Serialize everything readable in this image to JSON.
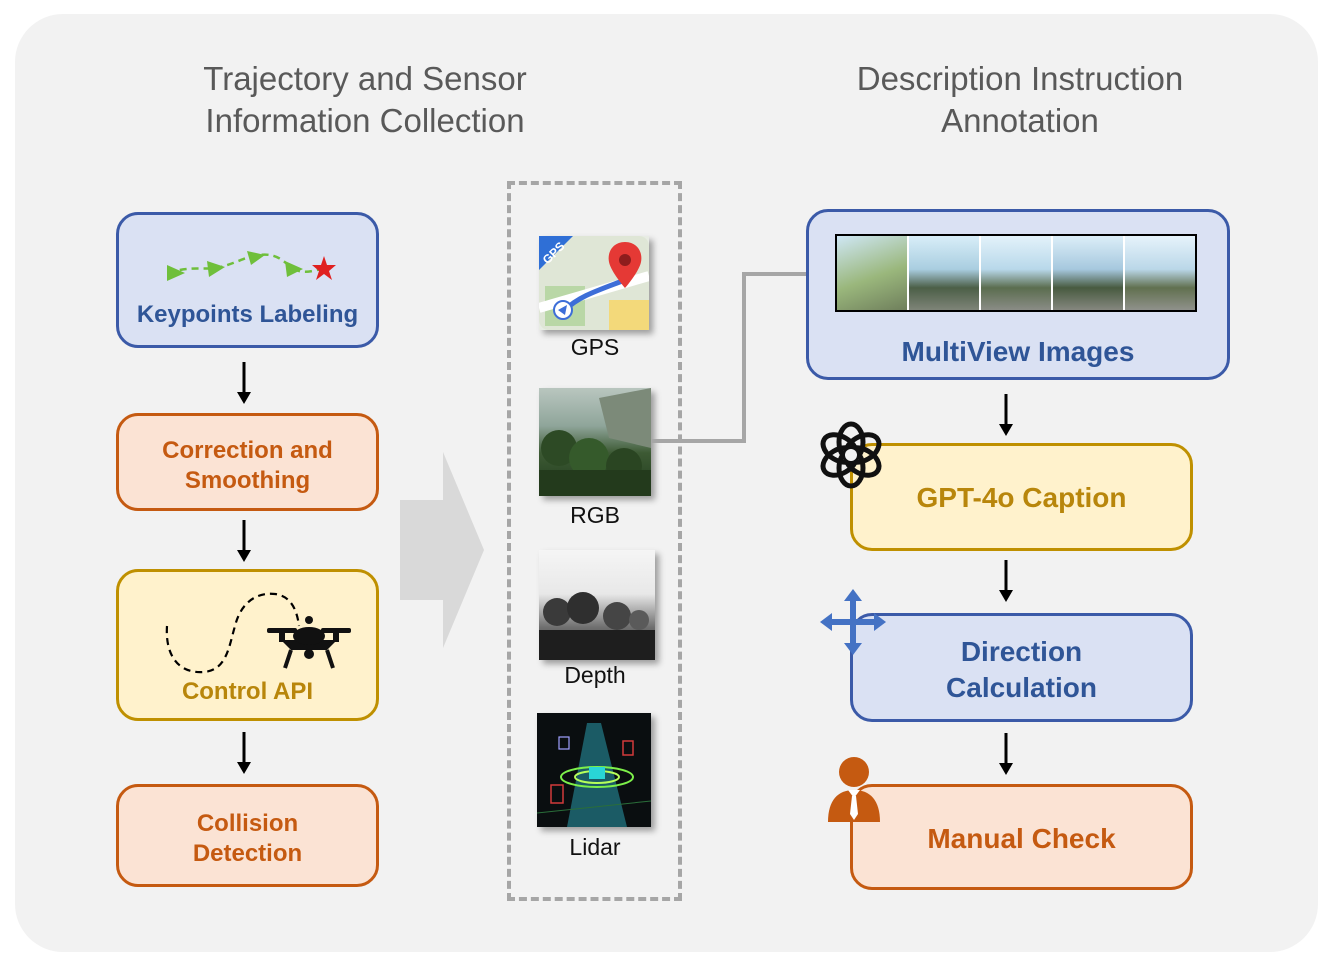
{
  "headings": {
    "left": [
      "Trajectory and Sensor",
      "Information Collection"
    ],
    "right": [
      "Description Instruction",
      "Annotation"
    ]
  },
  "left_column": {
    "keypoints": "Keypoints Labeling",
    "correction": [
      "Correction and",
      "Smoothing"
    ],
    "control": "Control API",
    "collision": [
      "Collision",
      "Detection"
    ]
  },
  "sensors": {
    "gps": "GPS",
    "gps_badge": "GPS",
    "rgb": "RGB",
    "depth": "Depth",
    "lidar": "Lidar"
  },
  "right_column": {
    "multiview": "MultiView Images",
    "gpt": "GPT-4o Caption",
    "direction": [
      "Direction",
      "Calculation"
    ],
    "manual": "Manual Check"
  },
  "icons": {
    "keypoint_arrows": "green-arrowhead-icon",
    "target": "red-star-icon",
    "drone": "drone-icon",
    "openai": "openai-logo-icon",
    "direction": "four-way-arrow-icon",
    "person": "person-icon"
  },
  "colors": {
    "blue_border": "#3b5aa8",
    "orange_border": "#c55a11",
    "yellow_border": "#bf9000",
    "keypoint_green": "#6fbf3b",
    "star_red": "#e02020"
  }
}
